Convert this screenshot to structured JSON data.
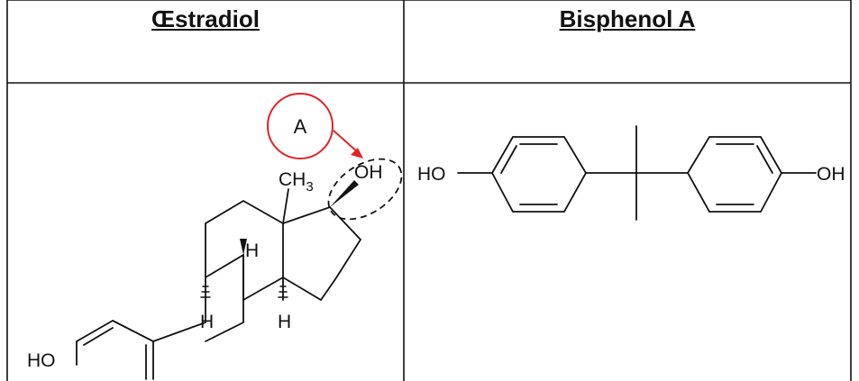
{
  "table": {
    "headers": [
      "Œstradiol",
      "Bisphenol A"
    ]
  },
  "estradiol": {
    "methyl_label": "CH",
    "methyl_subscript": "3",
    "hydroxyl_17_label": "OH",
    "hydroxyl_3_label": "HO",
    "hydrogen_label": "H",
    "callout_label": "A",
    "callout_color": "#e02424"
  },
  "bisphenol_a": {
    "left_hydroxyl_label": "HO",
    "right_hydroxyl_label": "OH"
  }
}
